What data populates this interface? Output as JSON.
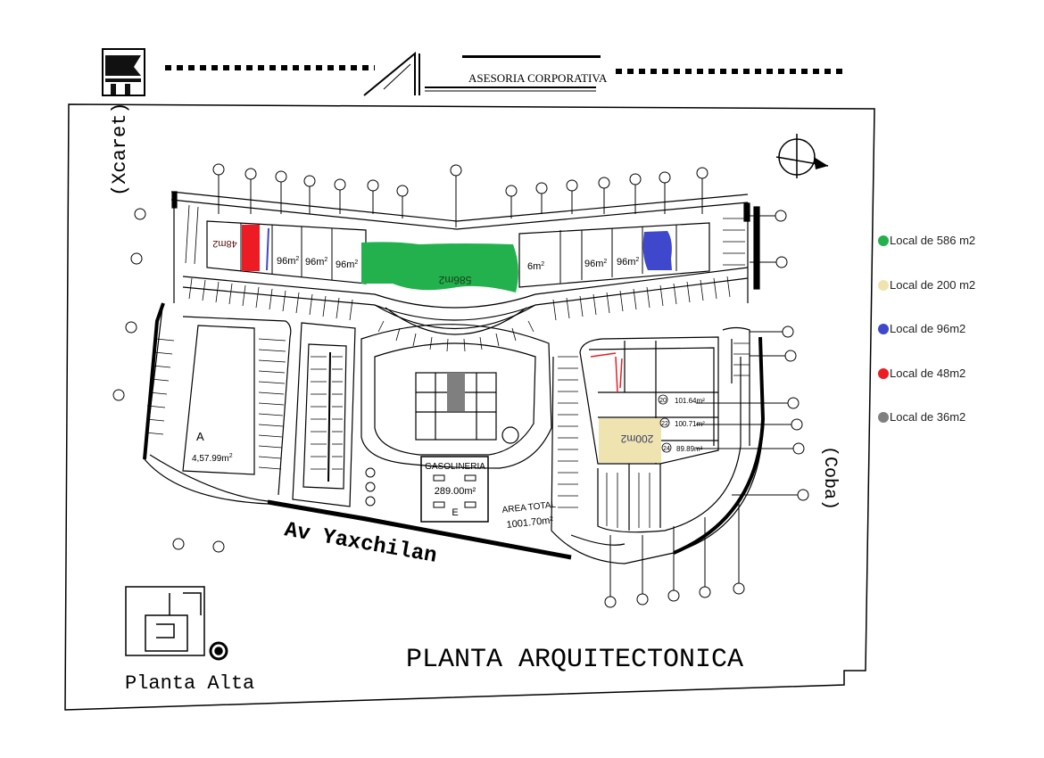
{
  "header": {
    "company": "ASESORIA CORPORATIVA"
  },
  "streets": {
    "west": "(Xcaret)",
    "south": "Av Yaxchilan",
    "east": "(Coba)"
  },
  "plan": {
    "title": "PLANTA ARQUITECTONICA",
    "inset_label": "Planta Alta"
  },
  "units": {
    "red": "48m2",
    "green": "586m2",
    "beige": "200m2",
    "top_96_1": "96m",
    "top_96_2": "96m",
    "top_96_3": "96m",
    "top_96_4": "96m",
    "top_96_5": "96m",
    "top_6": "6m",
    "sup": "2"
  },
  "lots": {
    "a_label": "A",
    "a_area": "4,57.99m",
    "l20_num": "20",
    "l20_area": "101.64m²",
    "l22_num": "22",
    "l22_area": "100.71m²",
    "l24_num": "24",
    "l24_area": "89.89m²"
  },
  "gas": {
    "title": "GASOLINERIA",
    "area": "289.00m²",
    "code": "E"
  },
  "total": {
    "label": "AREA TOTAL",
    "value": "1001.70m²"
  },
  "legend": [
    {
      "label": "Local de 586 m2",
      "color": "#22b14c"
    },
    {
      "label": "Local de 200 m2",
      "color": "#efe4b0"
    },
    {
      "label": "Local de 96m2",
      "color": "#3f48cc"
    },
    {
      "label": "Local de 48m2",
      "color": "#ed1c24"
    },
    {
      "label": "Local de 36m2",
      "color": "#7f7f7f"
    }
  ],
  "colors": {
    "green": "#22b14c",
    "beige": "#efe4b0",
    "blue": "#3f48cc",
    "red": "#ed1c24",
    "gray": "#7f7f7f"
  }
}
